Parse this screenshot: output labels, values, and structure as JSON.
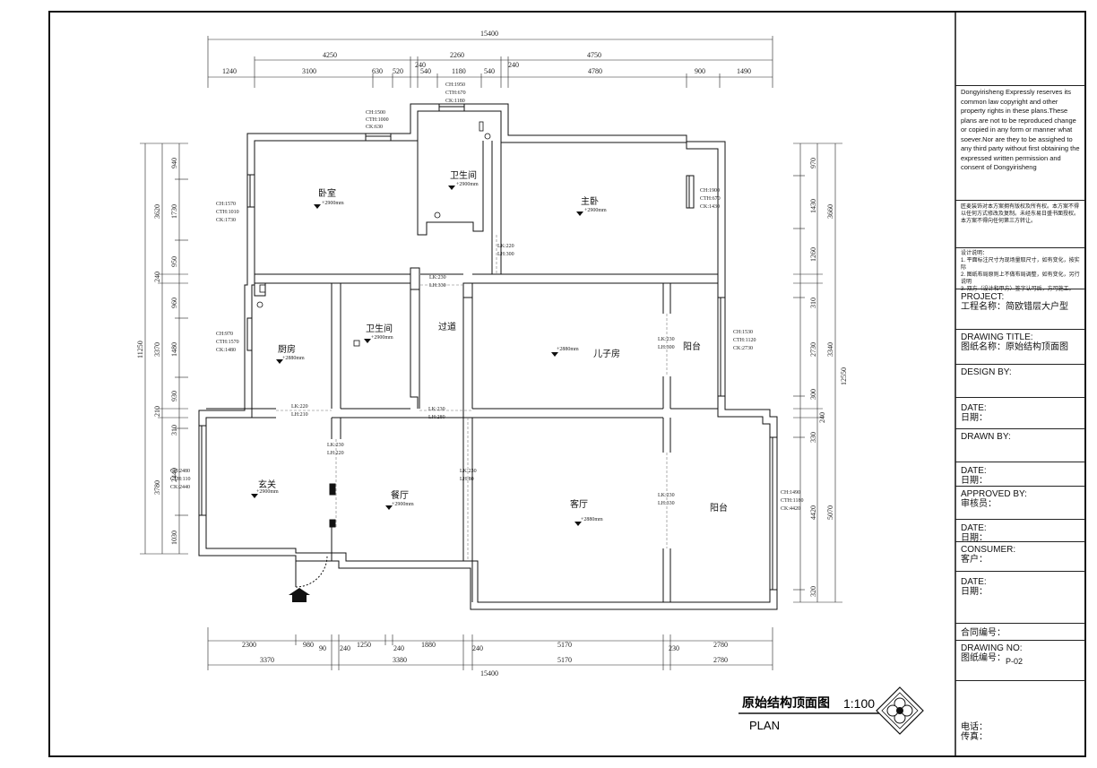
{
  "title_block": {
    "copyright_en": "Dongyirisheng Expressly reserves its common law copyright and other property rights in these plans.These plans are not to be reproduced change or copied in any form or manner what soever.Nor are they to be assighed to any third party without first obtaining the expressed written permission and consent of Dongyirisheng",
    "copyright_zh": "匠麦装饰对本方案拥有版权及所有权。本方案不得以任何方式修改及复制。未经东易日盛书面授权。本方案不得向任何第三方转让。",
    "design_note_title": "设计说明：",
    "design_note_1": "1. 平面标注尺寸为现场量取尺寸，如有变化，按实际",
    "design_note_2": "2. 图纸布局原则上不做布局调整，如有变化，另行说明",
    "design_note_3": "3. 双方（设计和甲方）签字认可后，方可施工。",
    "project_label": "PROJECT:",
    "project_value": "工程名称：简欧错层大户型",
    "drawing_title_label": "DRAWING TITLE:",
    "drawing_title_value": "图纸名称：原始结构顶面图",
    "design_by": "DESIGN BY:",
    "date_en": "DATE:",
    "date_zh": "日期：",
    "drawn_by": "DRAWN BY:",
    "approved_by_en": "APPROVED BY:",
    "approved_by_zh": "审核员：",
    "consumer_en": "CONSUMER:",
    "consumer_zh": "客户：",
    "contract_no": "合同编号：",
    "drawing_no_en": "DRAWING NO:",
    "drawing_no_zh": "图纸编号：",
    "drawing_no_value": "P-02",
    "phone": "电话：",
    "fax": "传真："
  },
  "plan": {
    "title_zh": "原始结构顶面图",
    "scale": "1:100",
    "title_en": "PLAN",
    "rooms": {
      "bedroom": "卧室",
      "bath1": "卫生间",
      "master": "主卧",
      "kitchen": "厨房",
      "bath2": "卫生间",
      "corridor": "过道",
      "son": "儿子房",
      "balcony1": "阳台",
      "foyer": "玄关",
      "dining": "餐厅",
      "living": "客厅",
      "balcony2": "阳台"
    },
    "heights": {
      "bedroom": "+2900mm",
      "bath1": "+2900mm",
      "master": "+2900mm",
      "kitchen": "+2880mm",
      "bath2": "+2900mm",
      "son": "+2880mm",
      "foyer": "+2900mm",
      "dining": "+2900mm",
      "living": "+2880mm"
    },
    "notes": {
      "w1a": "CH:1500",
      "w1b": "CTH:1000",
      "w1c": "CK:630",
      "w2a": "CH:1950",
      "w2b": "CTH:670",
      "w2c": "CK:1180",
      "w3a": "CH:1570",
      "w3b": "CTH:1010",
      "w3c": "CK:1730",
      "w4a": "CH:1900",
      "w4b": "CTH:670",
      "w4c": "CK:1430",
      "w5a": "CH:970",
      "w5b": "CTH:1570",
      "w5c": "CK:1480",
      "w6a": "CH:1530",
      "w6b": "CTH:1120",
      "w6c": "CK:2730",
      "w7a": "CH:2480",
      "w7b": "CTH:110",
      "w7c": "CK:2440",
      "w8a": "CH:1490",
      "w8b": "CTH:1180",
      "w8c": "CK:4420",
      "lk1a": "LK:220",
      "lk1b": "LH:300",
      "lk2a": "LK:230",
      "lk2b": "LH:330",
      "lk3a": "LK:230",
      "lk3b": "LH:300",
      "lk4a": "LK:220",
      "lk4b": "LH:210",
      "lk5a": "LK:230",
      "lk5b": "LH:280",
      "lk6a": "LK:230",
      "lk6b": "LH:220",
      "lk7a": "LK:230",
      "lk7b": "LH:80",
      "lk8a": "LK:230",
      "lk8b": "LH:330"
    },
    "dims_top_total": "15400",
    "dims_top_mid": [
      "4250",
      "240",
      "2260",
      "240",
      "4750"
    ],
    "dims_top_row": [
      "1240",
      "3100",
      "630",
      "520",
      "540",
      "1180",
      "540",
      "4780",
      "900",
      "1490"
    ],
    "dims_bottom_row1": [
      "2300",
      "980",
      "90",
      "240",
      "1250",
      "240",
      "1880",
      "240",
      "5170",
      "230",
      "2780"
    ],
    "dims_bottom_row2": [
      "3370",
      "3380",
      "5170",
      "2780"
    ],
    "dims_bottom_total": "15400",
    "dims_left_total": "11250",
    "dims_left_mid": [
      "3620",
      "240",
      "3370",
      "210",
      "3780"
    ],
    "dims_left_outer": [
      "940",
      "1730",
      "950",
      "960",
      "1480",
      "930",
      "310",
      "2440",
      "1030"
    ],
    "dims_right_total": "12550",
    "dims_right_mid": [
      "3660",
      "3340",
      "240",
      "5070"
    ],
    "dims_right_outer": [
      "970",
      "1430",
      "1260",
      "310",
      "2730",
      "300",
      "330",
      "4420",
      "320"
    ]
  }
}
